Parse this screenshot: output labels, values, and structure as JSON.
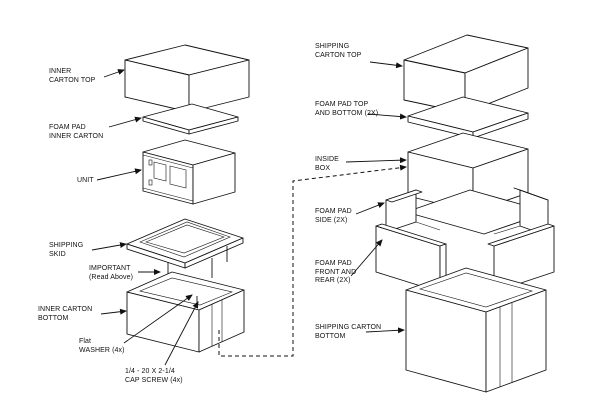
{
  "left_labels": {
    "inner_carton_top": "INNER\nCARTON TOP",
    "foam_pad_inner_carton": "FOAM PAD\nINNER CARTON",
    "unit": "UNIT",
    "shipping_skid": "SHIPPING\nSKID",
    "important": "IMPORTANT\n(Read Above)",
    "inner_carton_bottom": "INNER CARTON\nBOTTOM",
    "flat_washer": "Flat\nWASHER (4x)",
    "cap_screw": "1/4 - 20 X 2-1/4\nCAP SCREW (4x)"
  },
  "right_labels": {
    "shipping_carton_top": "SHIPPING\nCARTON TOP",
    "foam_pad_top_bottom": "FOAM PAD TOP\nAND BOTTOM (2X)",
    "inside_box": "INSIDE\nBOX",
    "foam_pad_side": "FOAM PAD\nSIDE (2X)",
    "foam_pad_front_rear": "FOAM PAD\nFRONT AND\nREAR (2X)",
    "shipping_carton_bottom": "SHIPPING CARTON\nBOTTOM"
  }
}
